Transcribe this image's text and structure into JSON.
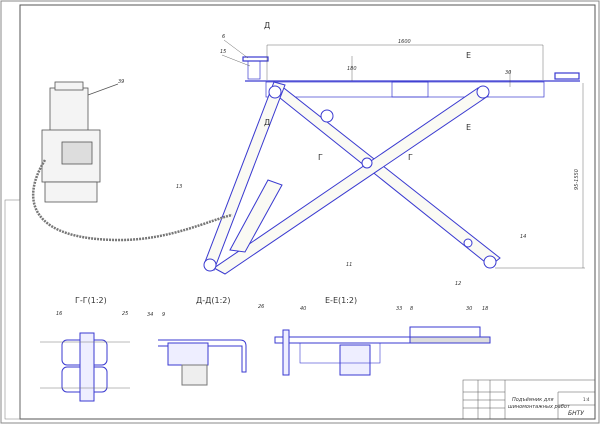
{
  "sections": {
    "g": "Г-Г(1:2)",
    "d": "Д-Д(1:2)",
    "e": "Е-Е(1:2)"
  },
  "cut_marks": {
    "d": "Д",
    "e": "Е",
    "g": "Г"
  },
  "dimensions": {
    "length": "1600",
    "height_top": "180",
    "height_small": "30",
    "lift_range": "95-1550"
  },
  "position_labels": {
    "p6": "6",
    "p15": "15",
    "p39": "39",
    "p13": "13",
    "p11": "11",
    "p12": "12",
    "p14": "14",
    "p16": "16",
    "p25": "25",
    "p34": "34",
    "p9": "9",
    "p26": "26",
    "p40": "40",
    "p33": "33",
    "p8": "8",
    "p30": "30",
    "p18": "18"
  },
  "title_block": {
    "title_line1": "Подъёмник для",
    "title_line2": "шиномонтажных работ",
    "sheet_scale": "1:4",
    "organization": "БНТУ"
  },
  "colors": {
    "line": "#3a3ad0",
    "frame": "#555555"
  }
}
